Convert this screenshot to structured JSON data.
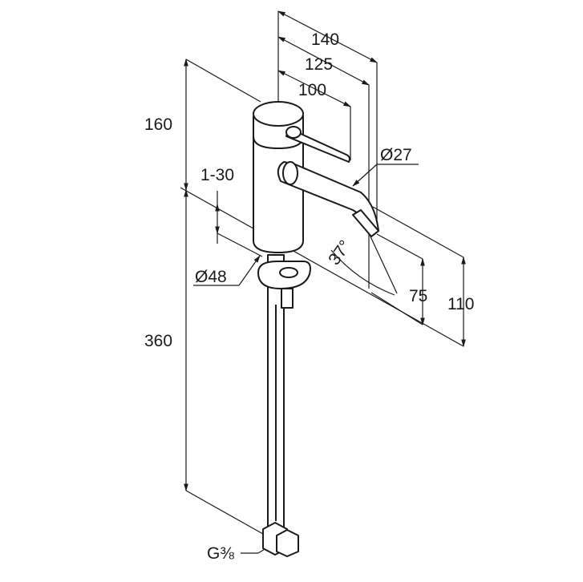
{
  "dimensions": {
    "w140": "140",
    "w125": "125",
    "w100": "100",
    "h160": "160",
    "h1_30": "1-30",
    "d48": "Ø48",
    "h360": "360",
    "d27": "Ø27",
    "angle37": "37°",
    "h75": "75",
    "h110": "110",
    "thread": "G⅜"
  },
  "colors": {
    "line": "#1a1a1a",
    "background": "#ffffff"
  }
}
